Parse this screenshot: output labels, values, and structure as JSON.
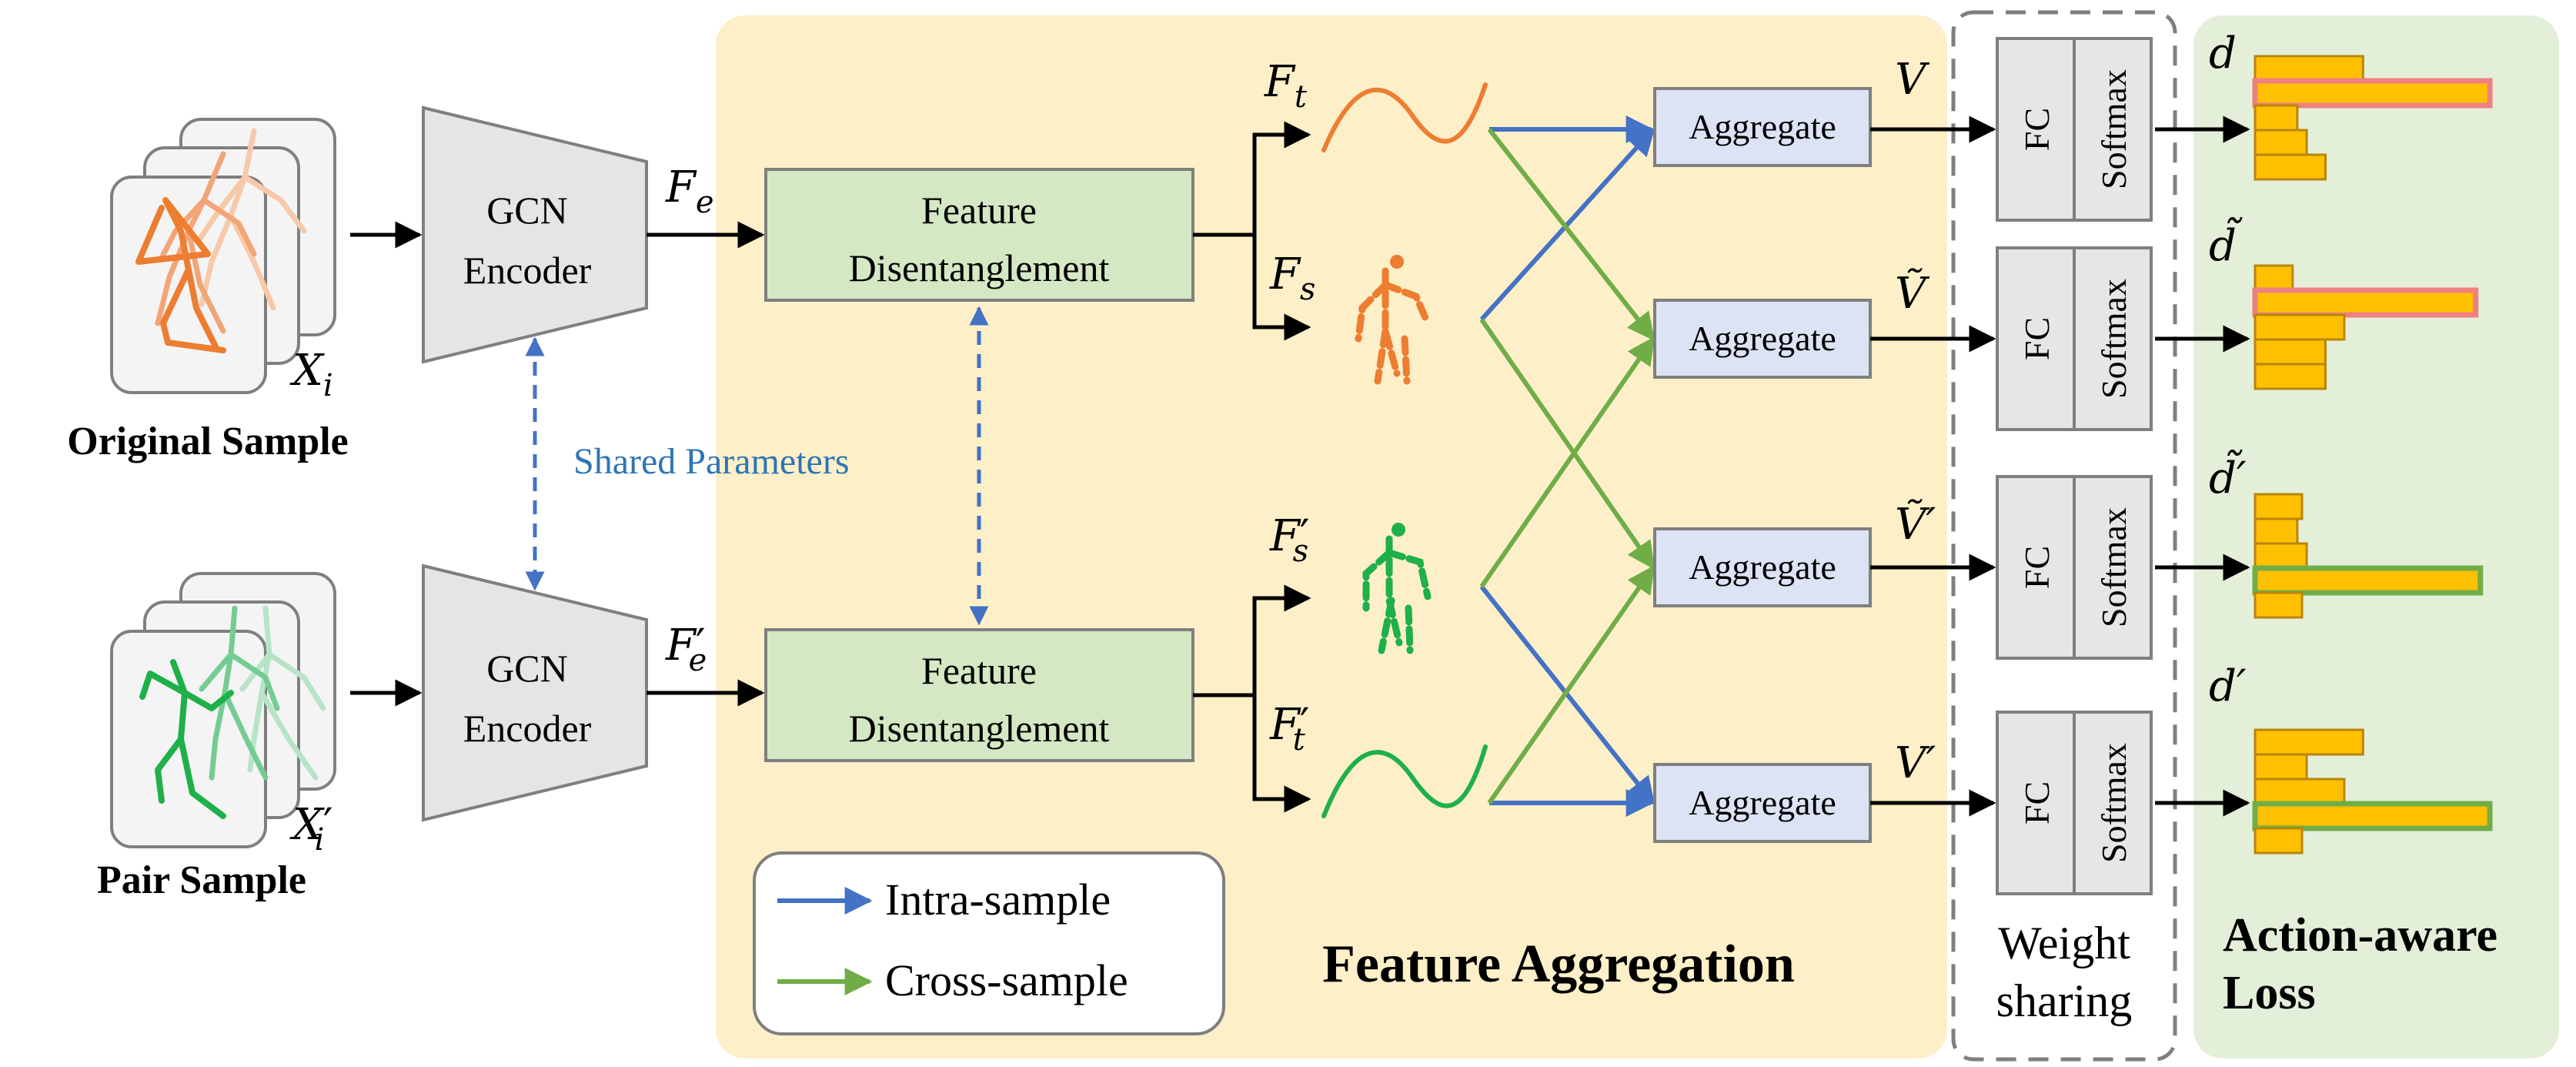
{
  "diagram": {
    "sections": {
      "aggregation_title": "Feature Aggregation",
      "weight_sharing_line1": "Weight",
      "weight_sharing_line2": "sharing",
      "loss_line1": "Action-aware",
      "loss_line2": "Loss"
    },
    "samples": {
      "original_label": "Original Sample",
      "pair_label": "Pair Sample",
      "original_symbol": "X",
      "original_symbol_sub": "i",
      "pair_symbol": "X",
      "pair_symbol_sub": "i",
      "pair_symbol_prime": "′"
    },
    "encoders": {
      "top_line1": "GCN",
      "top_line2": "Encoder",
      "bottom_line1": "GCN",
      "bottom_line2": "Encoder",
      "shared_parameters": "Shared Parameters"
    },
    "features": {
      "fe": "F",
      "fe_sub": "e",
      "fe_prime": "F",
      "fe_prime_sub": "e",
      "prime": "′",
      "ft": "F",
      "ft_sub": "t",
      "fs": "F",
      "fs_sub": "s",
      "fs_prime": "F",
      "fs_prime_sub": "s",
      "ft_prime": "F",
      "ft_prime_sub": "t"
    },
    "disentangle": {
      "top_line1": "Feature",
      "top_line2": "Disentanglement",
      "bottom_line1": "Feature",
      "bottom_line2": "Disentanglement"
    },
    "aggregate": {
      "labels": [
        "Aggregate",
        "Aggregate",
        "Aggregate",
        "Aggregate"
      ],
      "outputs": [
        "V",
        "Ṽ",
        "Ṽ′",
        "V′"
      ]
    },
    "classifier": {
      "fc": "FC",
      "softmax": "Softmax"
    },
    "distributions": {
      "labels": [
        "d",
        "d̃",
        "d̃′",
        "d′"
      ],
      "bars": [
        [
          0.46,
          1.0,
          0.18,
          0.22,
          0.3
        ],
        [
          0.16,
          0.94,
          0.38,
          0.3,
          0.3
        ],
        [
          0.2,
          0.18,
          0.22,
          0.96,
          0.2
        ],
        [
          0.46,
          0.22,
          0.38,
          1.0,
          0.2
        ]
      ],
      "highlight_index": [
        1,
        1,
        3,
        3
      ],
      "highlight_colors": [
        "#f08080",
        "#f08080",
        "#70ad47",
        "#70ad47"
      ]
    },
    "legend": {
      "intra": "Intra-sample",
      "cross": "Cross-sample"
    },
    "colors": {
      "aggregation_bg": "#fdefc8",
      "loss_bg": "#e3efd9",
      "disentangle_fill": "#d5e8c4",
      "aggregate_fill": "#dce3f4",
      "encoder_fill": "#e5e5e5",
      "classifier_fill": "#e6e6e6",
      "intra_arrow": "#4472c4",
      "cross_arrow": "#70ad47",
      "orange": "#ed7d31",
      "green": "#1fb04a",
      "bar_fill": "#ffc000",
      "bar_stroke": "#b8860b"
    }
  }
}
